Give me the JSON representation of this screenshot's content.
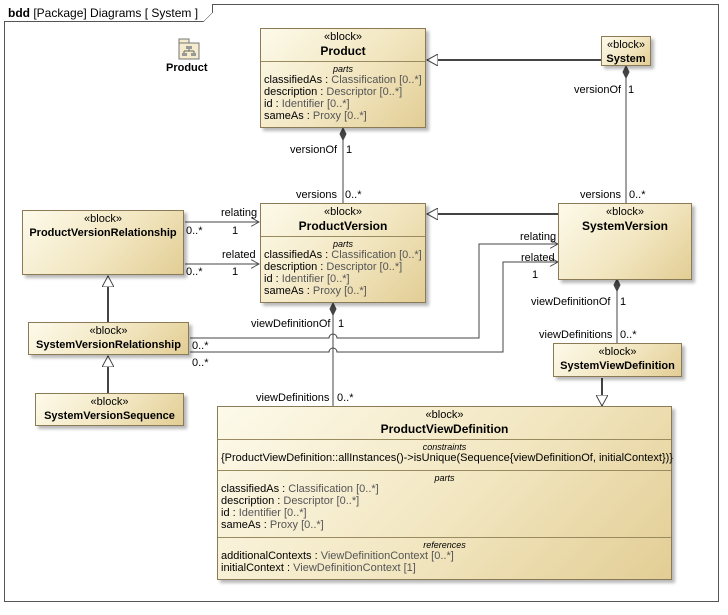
{
  "frame": {
    "kind": "bdd",
    "title": "[Package] Diagrams [ System ]"
  },
  "package": {
    "label": "Product"
  },
  "blocks": {
    "product": {
      "stereotype": "«block»",
      "name": "Product",
      "parts_title": "parts",
      "parts": [
        {
          "name": "classifiedAs",
          "type": "Classification [0..*]"
        },
        {
          "name": "description",
          "type": "Descriptor [0..*]"
        },
        {
          "name": "id",
          "type": "Identifier [0..*]"
        },
        {
          "name": "sameAs",
          "type": "Proxy [0..*]"
        }
      ]
    },
    "system": {
      "stereotype": "«block»",
      "name": "System"
    },
    "product_version": {
      "stereotype": "«block»",
      "name": "ProductVersion",
      "parts_title": "parts",
      "parts": [
        {
          "name": "classifiedAs",
          "type": "Classification [0..*]"
        },
        {
          "name": "description",
          "type": "Descriptor [0..*]"
        },
        {
          "name": "id",
          "type": "Identifier [0..*]"
        },
        {
          "name": "sameAs",
          "type": "Proxy [0..*]"
        }
      ]
    },
    "system_version": {
      "stereotype": "«block»",
      "name": "SystemVersion"
    },
    "pvr": {
      "stereotype": "«block»",
      "name": "ProductVersionRelationship"
    },
    "svr": {
      "stereotype": "«block»",
      "name": "SystemVersionRelationship"
    },
    "svs": {
      "stereotype": "«block»",
      "name": "SystemVersionSequence"
    },
    "svd": {
      "stereotype": "«block»",
      "name": "SystemViewDefinition"
    },
    "pvd": {
      "stereotype": "«block»",
      "name": "ProductViewDefinition",
      "constraints_title": "constraints",
      "constraint": "{ProductViewDefinition::allInstances()->isUnique(Sequence{viewDefinitionOf, initialContext})}",
      "parts_title": "parts",
      "parts": [
        {
          "name": "classifiedAs",
          "type": "Classification [0..*]"
        },
        {
          "name": "description",
          "type": "Descriptor [0..*]"
        },
        {
          "name": "id",
          "type": "Identifier [0..*]"
        },
        {
          "name": "sameAs",
          "type": "Proxy [0..*]"
        }
      ],
      "references_title": "references",
      "references": [
        {
          "name": "additionalContexts",
          "type": "ViewDefinitionContext [0..*]"
        },
        {
          "name": "initialContext",
          "type": "ViewDefinitionContext [1]"
        }
      ]
    }
  },
  "labels": {
    "versionOf_p": "versionOf",
    "mult_1_p": "1",
    "versions_p": "versions",
    "mult_0n_p": "0..*",
    "versionOf_s": "versionOf",
    "mult_1_s": "1",
    "versions_s": "versions",
    "mult_0n_s": "0..*",
    "relating_pv": "relating",
    "related_pv": "related",
    "pvr_m1": "0..*",
    "pvr_m2": "0..*",
    "pv_m1": "1",
    "pv_m2": "1",
    "relating_sv": "relating",
    "related_sv": "related",
    "sv_m1": "1",
    "svr_m1": "0..*",
    "svr_m2": "0..*",
    "vdo_pv": "viewDefinitionOf",
    "vdo_pv_m": "1",
    "vds_pv": "viewDefinitions",
    "vds_pv_m": "0..*",
    "vdo_sv": "viewDefinitionOf",
    "vdo_sv_m": "1",
    "vds_sv": "viewDefinitions",
    "vds_sv_m": "0..*"
  }
}
